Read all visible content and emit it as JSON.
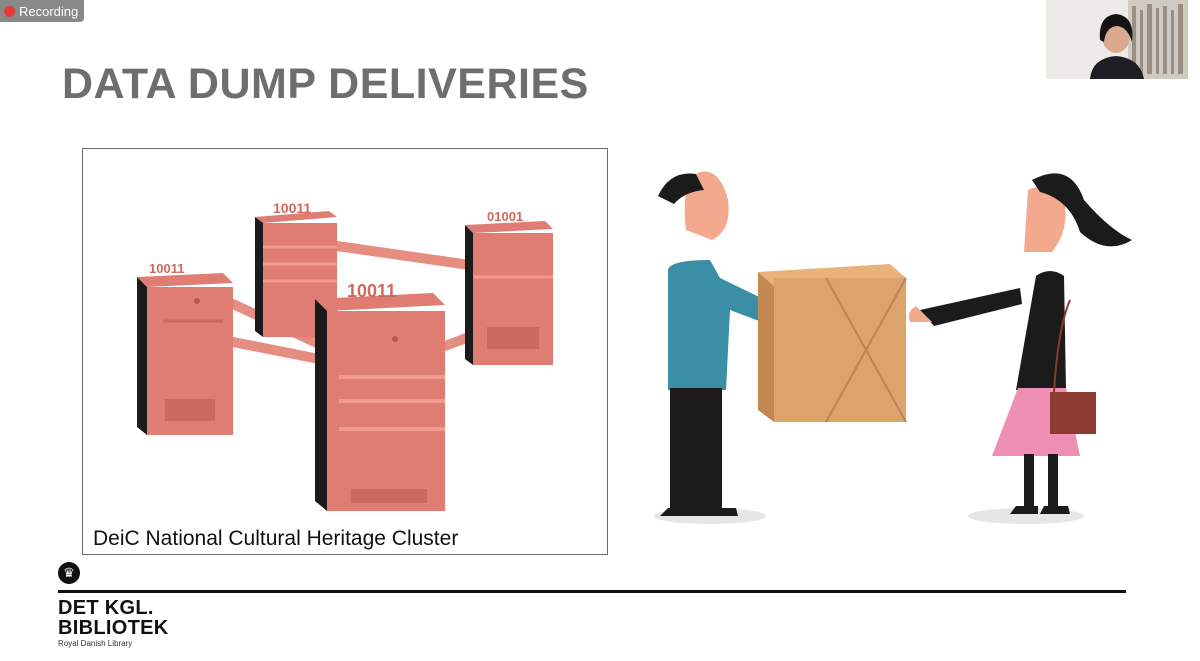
{
  "recording": {
    "label": "Recording"
  },
  "slide": {
    "title": "DATA DUMP DELIVERIES",
    "server_caption": "DeiC National Cultural Heritage Cluster",
    "binary_text": [
      "10011",
      "01001",
      "10011",
      "10011"
    ]
  },
  "logo": {
    "line1": "DET KGL.",
    "line2": "BIBLIOTEK",
    "subtitle": "Royal Danish Library",
    "icon": "crown-icon"
  },
  "colors": {
    "title": "#6e6e6e",
    "server": "#e07d72",
    "server_dark": "#1b1b1b",
    "recording_dot": "#e53935"
  }
}
